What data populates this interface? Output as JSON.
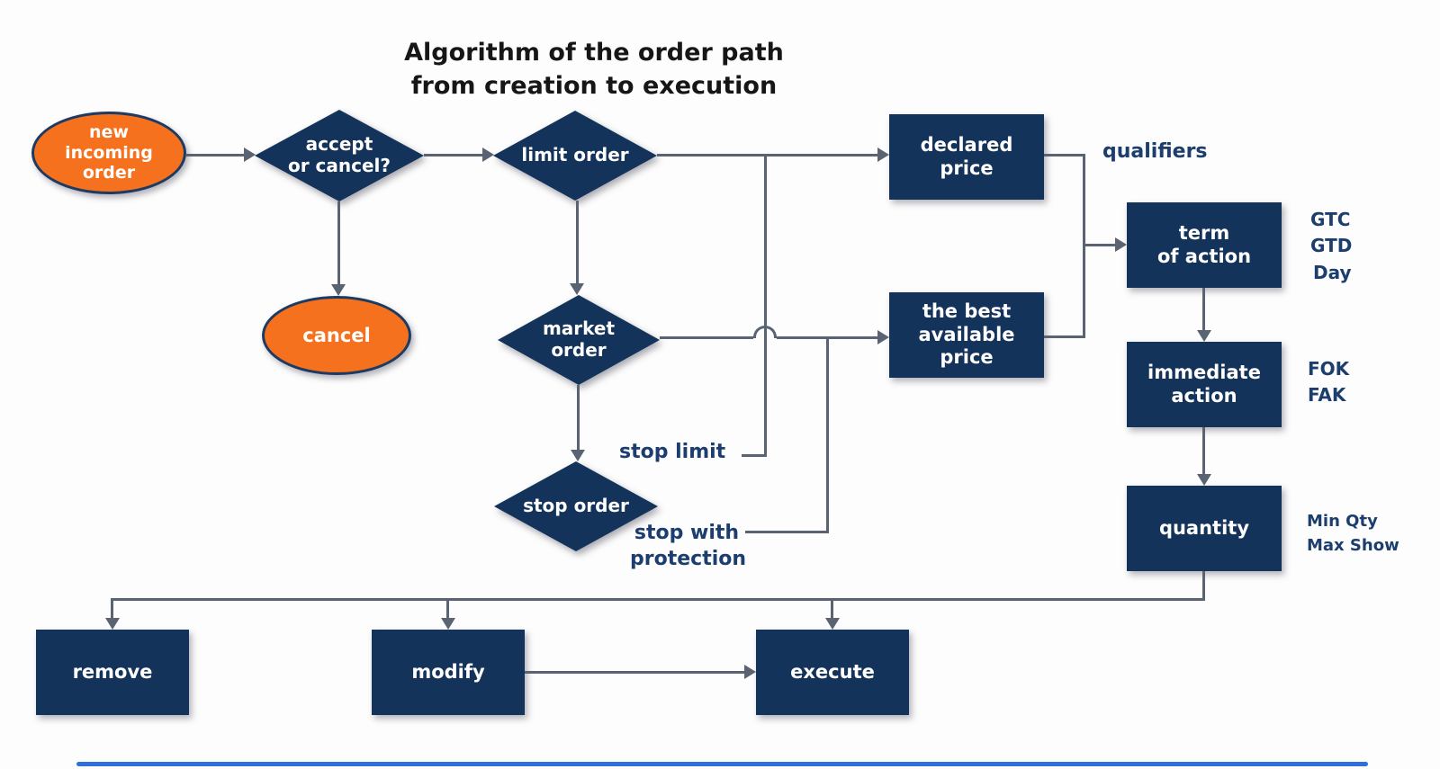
{
  "title": {
    "line1": "Algorithm of the order path",
    "line2": "from creation to execution"
  },
  "nodes": {
    "new_incoming_order": {
      "line1": "new",
      "line2": "incoming",
      "line3": "order"
    },
    "accept_or_cancel": {
      "line1": "accept",
      "line2": "or cancel?"
    },
    "cancel": {
      "line1": "cancel"
    },
    "limit_order": {
      "line1": "limit order"
    },
    "market_order": {
      "line1": "market",
      "line2": "order"
    },
    "stop_order": {
      "line1": "stop order"
    },
    "declared_price": {
      "line1": "declared",
      "line2": "price"
    },
    "best_available_price": {
      "line1": "the best",
      "line2": "available",
      "line3": "price"
    },
    "term_of_action": {
      "line1": "term",
      "line2": "of action"
    },
    "immediate_action": {
      "line1": "immediate",
      "line2": "action"
    },
    "quantity": {
      "line1": "quantity"
    },
    "remove": {
      "line1": "remove"
    },
    "modify": {
      "line1": "modify"
    },
    "execute": {
      "line1": "execute"
    }
  },
  "labels": {
    "qualifiers": "qualifiers",
    "stop_limit": "stop limit",
    "stop_with_protection": {
      "line1": "stop with",
      "line2": "protection"
    },
    "gtc": "GTC",
    "gtd": "GTD",
    "day": "Day",
    "fok": "FOK",
    "fak": "FAK",
    "min_qty": "Min Qty",
    "max_show": "Max Show"
  },
  "colors": {
    "navy": "#14335b",
    "orange": "#f5711d",
    "conn": "#5a6372",
    "ann": "#1c3e6e",
    "bottom_bar": "#2e6fd9"
  }
}
